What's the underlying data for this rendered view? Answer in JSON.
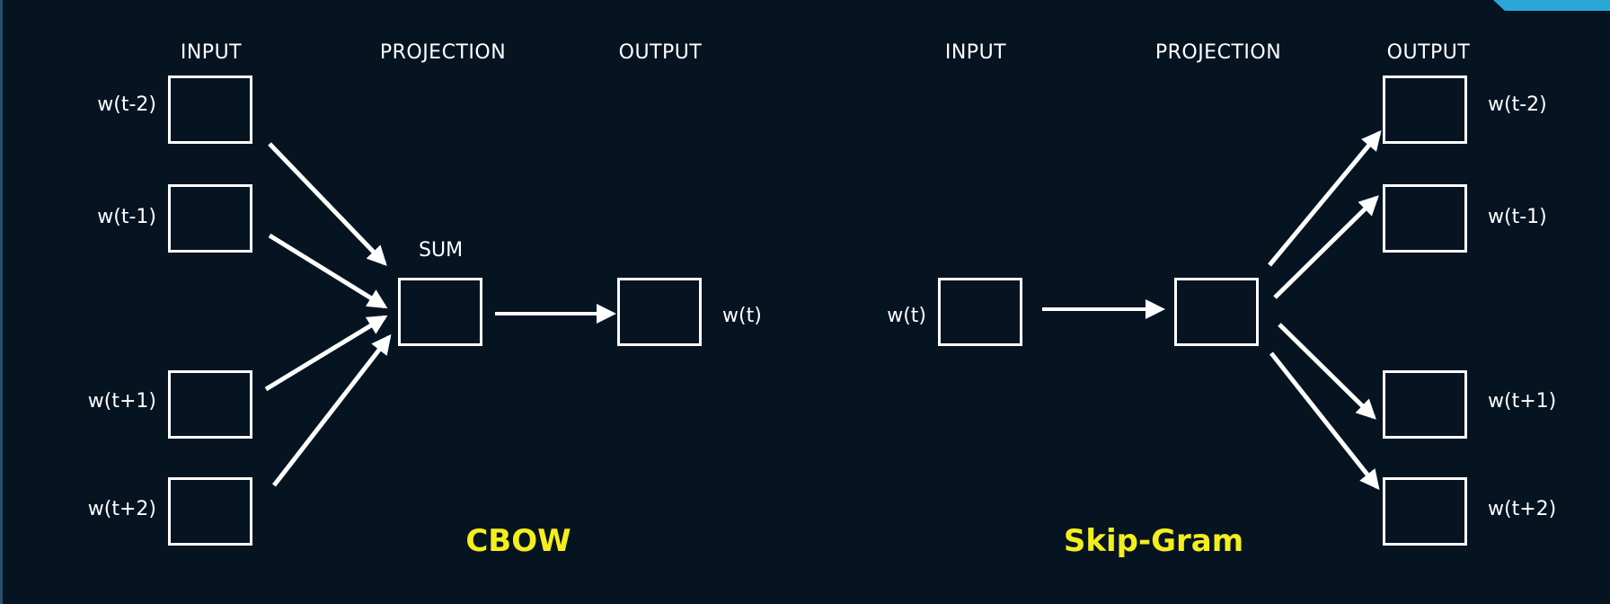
{
  "cbow": {
    "title": "CBOW",
    "input_header": "INPUT",
    "projection_header": "PROJECTION",
    "output_header": "OUTPUT",
    "sum_label": "SUM",
    "inputs": [
      "w(t-2)",
      "w(t-1)",
      "w(t+1)",
      "w(t+2)"
    ],
    "output": "w(t)"
  },
  "skipgram": {
    "title": "Skip-Gram",
    "input_header": "INPUT",
    "projection_header": "PROJECTION",
    "output_header": "OUTPUT",
    "input": "w(t)",
    "outputs": [
      "w(t-2)",
      "w(t-1)",
      "w(t+1)",
      "w(t+2)"
    ]
  },
  "colors": {
    "background": "#061422",
    "stroke": "#ffffff",
    "title": "#f4ee1c",
    "accent": "#2aa7d8"
  }
}
